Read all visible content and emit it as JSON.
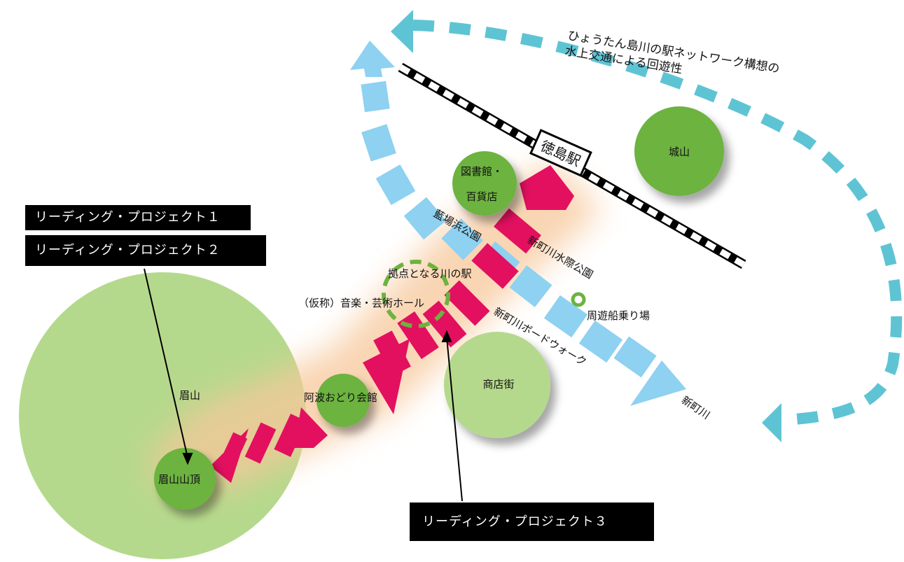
{
  "labels": {
    "boat_network": "ひょうたん島川の駅ネットワーク構想の",
    "boat_network_line2": "水上交通による回遊性",
    "castle_hill": "城山",
    "station": "徳島駅",
    "library": "図書館・",
    "department_store": "百貨店",
    "aibahama_park": "藍場浜公園",
    "shinmachi_waterfront_park": "新町川水際公園",
    "hub_river_station": "拠点となる川の駅",
    "music_hall": "（仮称）音楽・芸術ホール",
    "boat_pier": "周遊船乗り場",
    "boardwalk": "新町川ボードウォーク",
    "shopping_street": "商店街",
    "awa_odori_hall": "阿波おどり会館",
    "mt_bizan": "眉山",
    "bizan_summit": "眉山山頂",
    "shinmachi_river": "新町川"
  },
  "projects": {
    "lp1": "リーディング・プロジェクト１",
    "lp2": "リーディング・プロジェクト２",
    "lp3": "リーディング・プロジェクト３"
  },
  "colors": {
    "dark_green": "#6cb33f",
    "light_green": "#b5d98c",
    "magenta": "#e2105f",
    "light_blue": "#8ed1f1",
    "teal_dash": "#5ec4d4",
    "orange_glow": "#f7c79a"
  }
}
